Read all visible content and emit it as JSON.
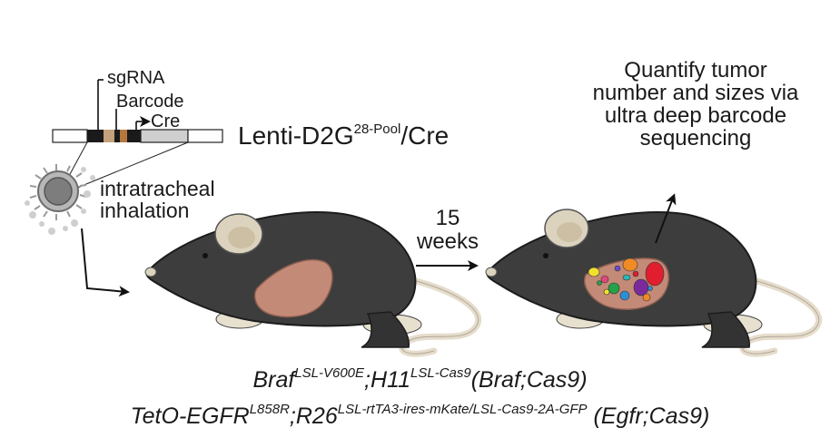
{
  "vector": {
    "sgrna_label": "sgRNA",
    "barcode_label": "Barcode",
    "cre_label": "Cre",
    "name_main": "Lenti-D2G",
    "name_sup": "28-Pool",
    "name_suffix": "/Cre"
  },
  "delivery": {
    "line1": "intratracheal",
    "line2": "inhalation"
  },
  "timepoint": {
    "line1": "15",
    "line2": "weeks"
  },
  "readout": {
    "text": "Quantify tumor number and sizes via ultra deep barcode sequencing"
  },
  "genotype1": {
    "gene1": "Braf",
    "allele1": "LSL-V600E",
    "sep": ";",
    "gene2": "H11",
    "allele2": "LSL-Cas9",
    "short": "(Braf;Cas9)"
  },
  "genotype2": {
    "gene1": "TetO-EGFR",
    "allele1": "L858R",
    "sep": ";",
    "gene2": "R26",
    "allele2": "LSL-rtTA3-ires-mKate/LSL-Cas9-2A-GFP",
    "short": " (Egfr;Cas9)"
  },
  "colors": {
    "mouse_body": "#3d3d3d",
    "ear": "#dcd3bf",
    "lung": "#c48a78",
    "tail": "#e5dccb",
    "virus": "#8c8c8c"
  }
}
